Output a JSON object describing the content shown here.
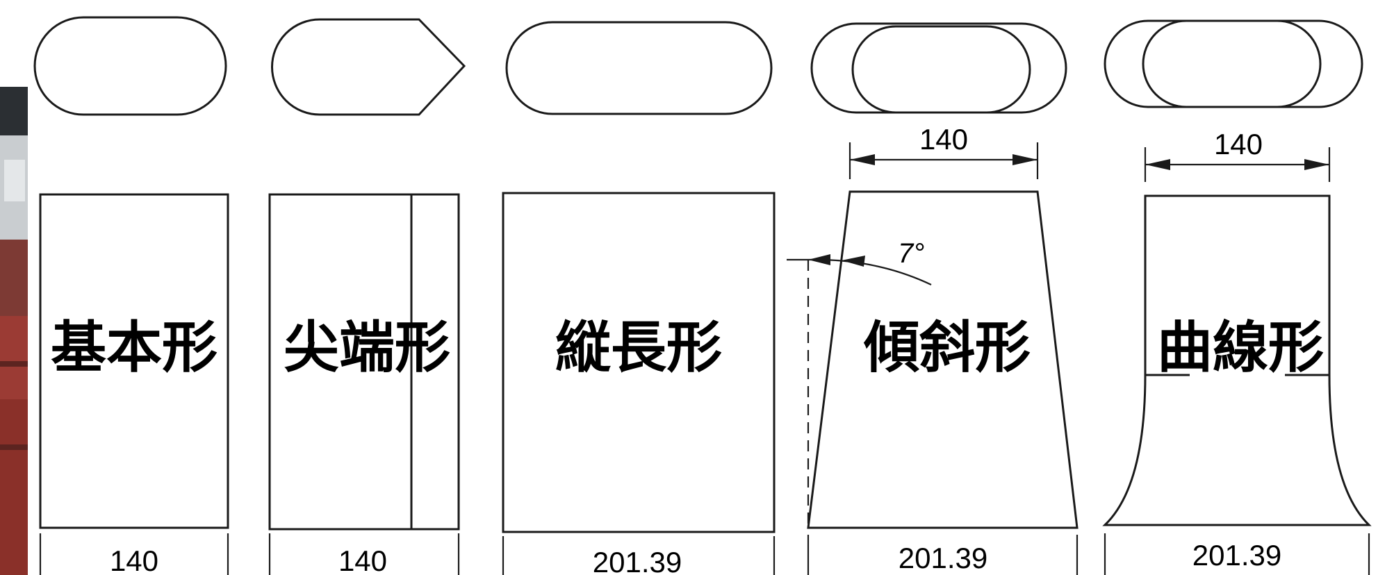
{
  "shapes": [
    {
      "id": "basic",
      "label": "基本形",
      "width_label": "140"
    },
    {
      "id": "pointed",
      "label": "尖端形",
      "width_label": "140"
    },
    {
      "id": "elongated",
      "label": "縦長形",
      "width_label": "201.39"
    },
    {
      "id": "inclined",
      "label": "傾斜形",
      "width_label": "201.39",
      "top_width_label": "140",
      "angle_label": "7°"
    },
    {
      "id": "curved",
      "label": "曲線形",
      "width_label": "201.39",
      "top_width_label": "140"
    }
  ]
}
